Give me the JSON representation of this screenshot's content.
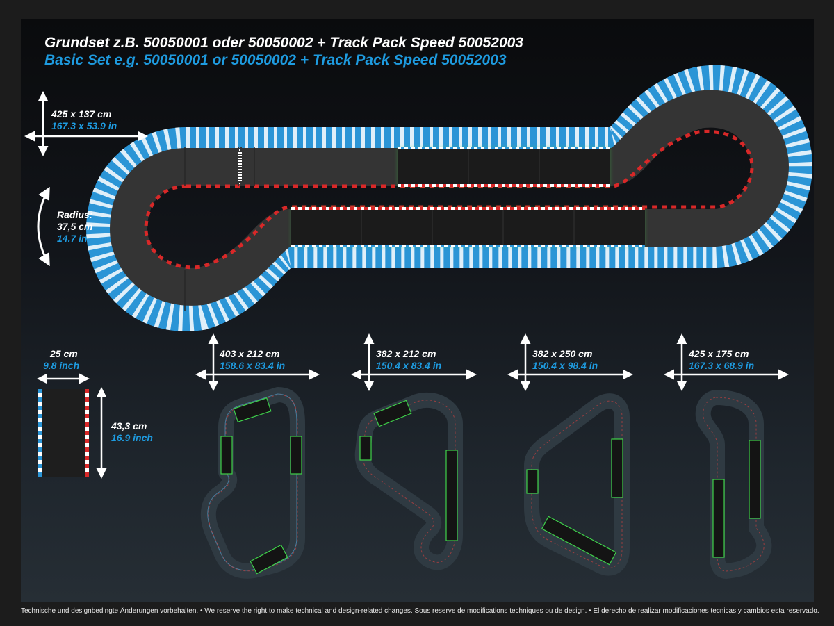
{
  "header": {
    "title_de": "Grundset z.B. 50050001 oder 50050002 + Track Pack Speed 50052003",
    "title_en": "Basic Set e.g. 50050001 or 50050002 + Track Pack Speed 50052003"
  },
  "main_layout": {
    "dim_metric": "425 x 137 cm",
    "dim_imperial": "167.3 x 53.9 in",
    "radius_label": "Radius:",
    "radius_metric": "37,5 cm",
    "radius_imperial": "14.7 in"
  },
  "track_piece": {
    "width_metric": "25 cm",
    "width_imperial": "9.8 inch",
    "length_metric": "43,3 cm",
    "length_imperial": "16.9 inch"
  },
  "layouts": [
    {
      "metric": "403 x 212 cm",
      "imperial": "158.6 x 83.4 in"
    },
    {
      "metric": "382 x 212 cm",
      "imperial": "150.4 x 83.4 in"
    },
    {
      "metric": "382 x 250 cm",
      "imperial": "150.4 x 98.4 in"
    },
    {
      "metric": "425 x 175 cm",
      "imperial": "167.3 x 68.9 in"
    }
  ],
  "colors": {
    "track": "#343434",
    "kerb_blue": "#2b95d6",
    "kerb_red": "#d82828",
    "text_blue": "#1e9be0",
    "glow_green": "#3fd24a"
  },
  "footer": {
    "disclaimer": "Technische und designbedingte Änderungen vorbehalten. • We reserve the right to make technical and design-related changes. Sous reserve de modifications techniques ou de design. • El derecho de realizar modificaciones tecnicas y cambios esta reservado."
  }
}
